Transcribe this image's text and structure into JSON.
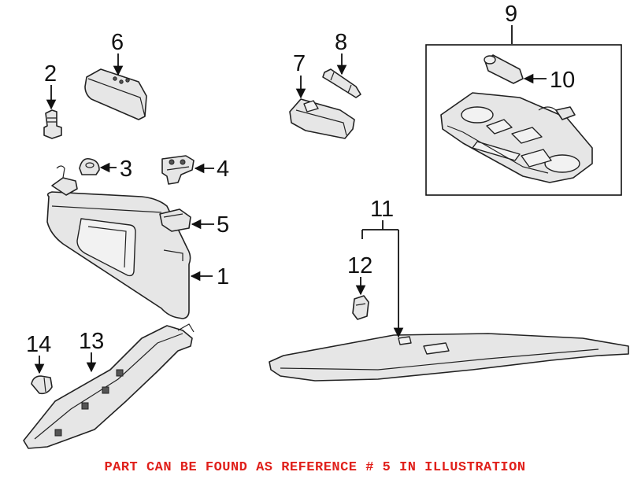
{
  "callouts": [
    "1",
    "2",
    "3",
    "4",
    "5",
    "6",
    "7",
    "8",
    "9",
    "10",
    "11",
    "12",
    "13",
    "14"
  ],
  "footer_note": "PART CAN BE FOUND AS REFERENCE # 5 IN ILLUSTRATION",
  "colors": {
    "footer_note": "#e0201b",
    "line_art": "#222222",
    "background": "#ffffff"
  }
}
